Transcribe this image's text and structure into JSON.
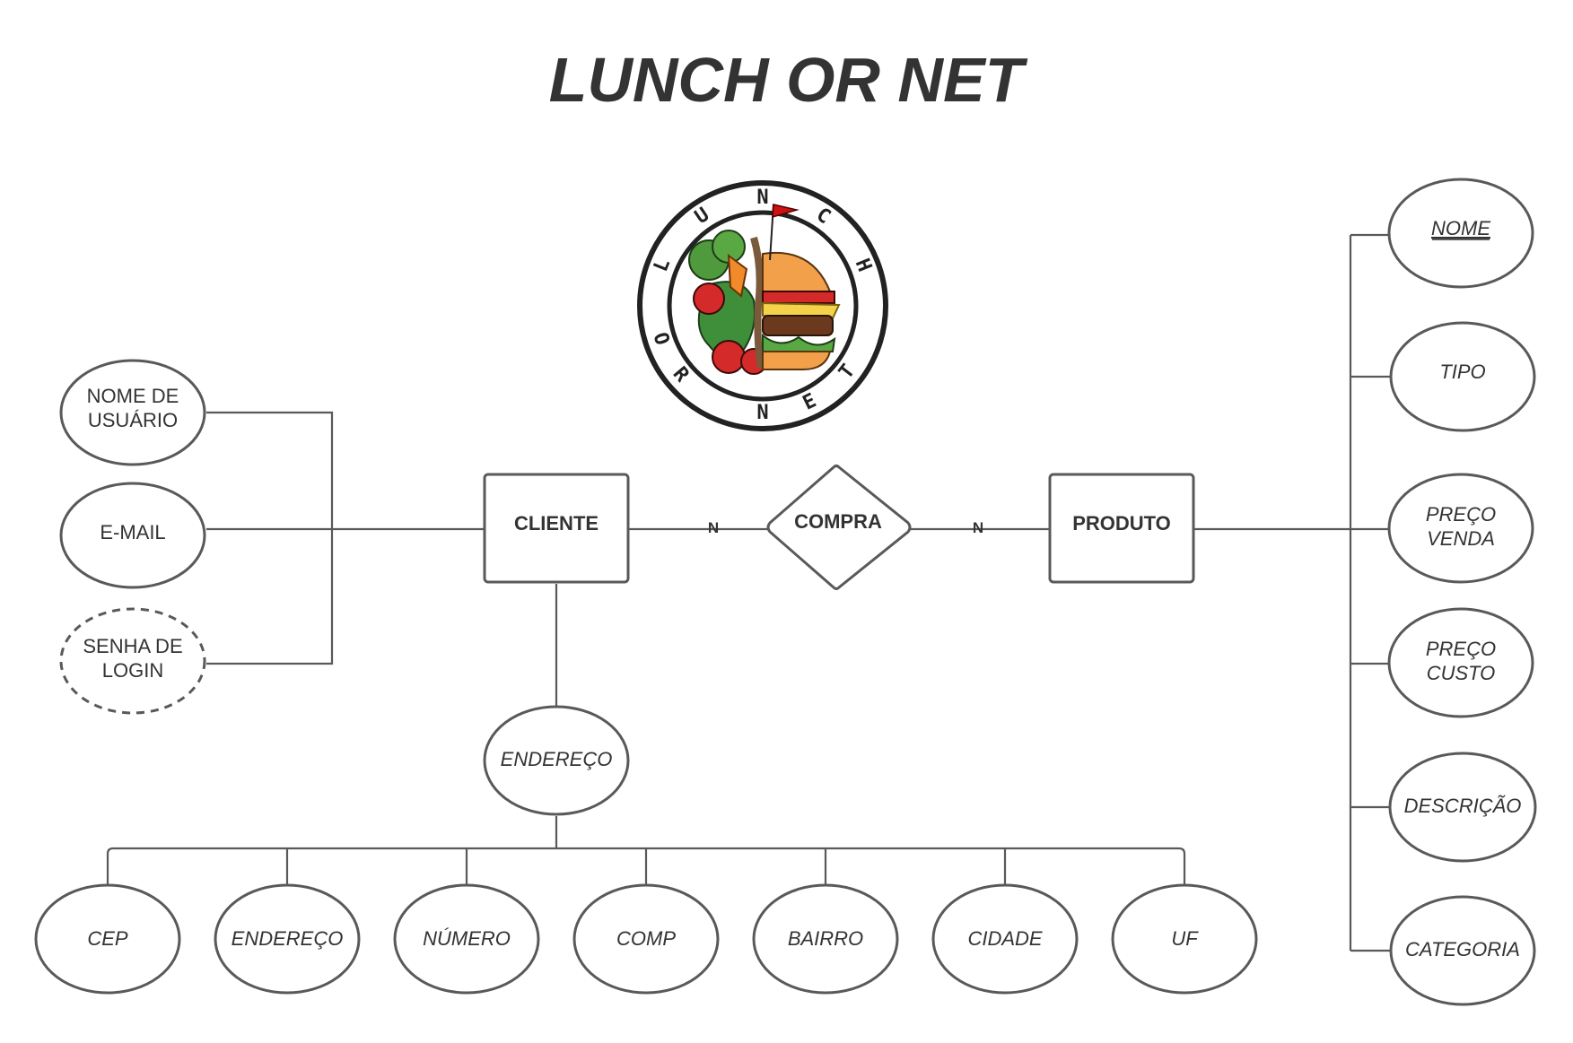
{
  "title": "LUNCH OR NET",
  "logo": {
    "ring_text": "LUNCH OR NET",
    "colors": {
      "ring": "#222222",
      "bun": "#f2a04a",
      "tomato": "#d42a2a",
      "lettuce": "#3f8f3a",
      "cheese": "#f4d34a",
      "patty": "#6b3a1e",
      "flag": "#cc1111"
    }
  },
  "entities": {
    "cliente": "CLIENTE",
    "produto": "PRODUTO"
  },
  "relationship": {
    "label": "COMPRA",
    "left_cardinality": "N",
    "right_cardinality": "N"
  },
  "cliente_attributes": [
    {
      "id": "nome-de-usuario",
      "lines": [
        "NOME DE",
        "USUÁRIO"
      ],
      "dashed": false
    },
    {
      "id": "e-mail",
      "lines": [
        "E-MAIL"
      ],
      "dashed": false
    },
    {
      "id": "senha-de-login",
      "lines": [
        "SENHA DE",
        "LOGIN"
      ],
      "dashed": true
    }
  ],
  "endereco": {
    "label": "ENDEREÇO",
    "children": [
      "CEP",
      "ENDEREÇO",
      "NÚMERO",
      "COMP",
      "BAIRRO",
      "CIDADE",
      "UF"
    ]
  },
  "produto_attributes": [
    {
      "id": "nome",
      "lines": [
        "NOME"
      ],
      "key": true
    },
    {
      "id": "tipo",
      "lines": [
        "TIPO"
      ],
      "key": false
    },
    {
      "id": "preco-venda",
      "lines": [
        "PREÇO",
        "VENDA"
      ],
      "key": false
    },
    {
      "id": "preco-custo",
      "lines": [
        "PREÇO",
        "CUSTO"
      ],
      "key": false
    },
    {
      "id": "descricao",
      "lines": [
        "DESCRIÇÃO"
      ],
      "key": false
    },
    {
      "id": "categoria",
      "lines": [
        "CATEGORIA"
      ],
      "key": false
    }
  ],
  "colors": {
    "stroke": "#595959",
    "text": "#333333",
    "background": "#ffffff"
  }
}
